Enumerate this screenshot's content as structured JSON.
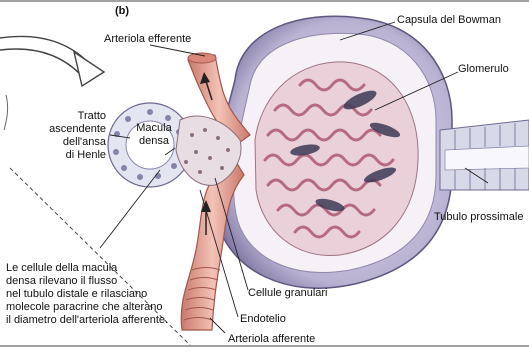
{
  "panel_tag": "(b)",
  "labels": {
    "arteriola_efferente": "Arteriola efferente",
    "capsula_bowman": "Capsula del Bowman",
    "glomerulo": "Glomerulo",
    "tratto_line1": "Tratto",
    "tratto_line2": "ascendente",
    "tratto_line3": "dell'ansa",
    "tratto_line4": "di Henle",
    "macula_line1": "Macula",
    "macula_line2": "densa",
    "tubulo_prossimale": "Tubulo prossimale",
    "cellule_granulari": "Cellule granulari",
    "endotelio": "Endotelio",
    "arteriola_afferente": "Arteriola afferente"
  },
  "caption": {
    "line1": "Le cellule della macula",
    "line2": "densa rilevano il flusso",
    "line3": "nel tubulo distale e rilasciano",
    "line4": "molecole paracrine che alterano",
    "line5": "il diametro dell'arteriola afferente."
  },
  "colors": {
    "vessel": "#e8a79a",
    "vessel_dark": "#b8665a",
    "capsule": "#c9c4dc",
    "capsule_dark": "#6f6891",
    "glomerulus": "#e7c3cf",
    "tubule": "#d9dbe8"
  }
}
